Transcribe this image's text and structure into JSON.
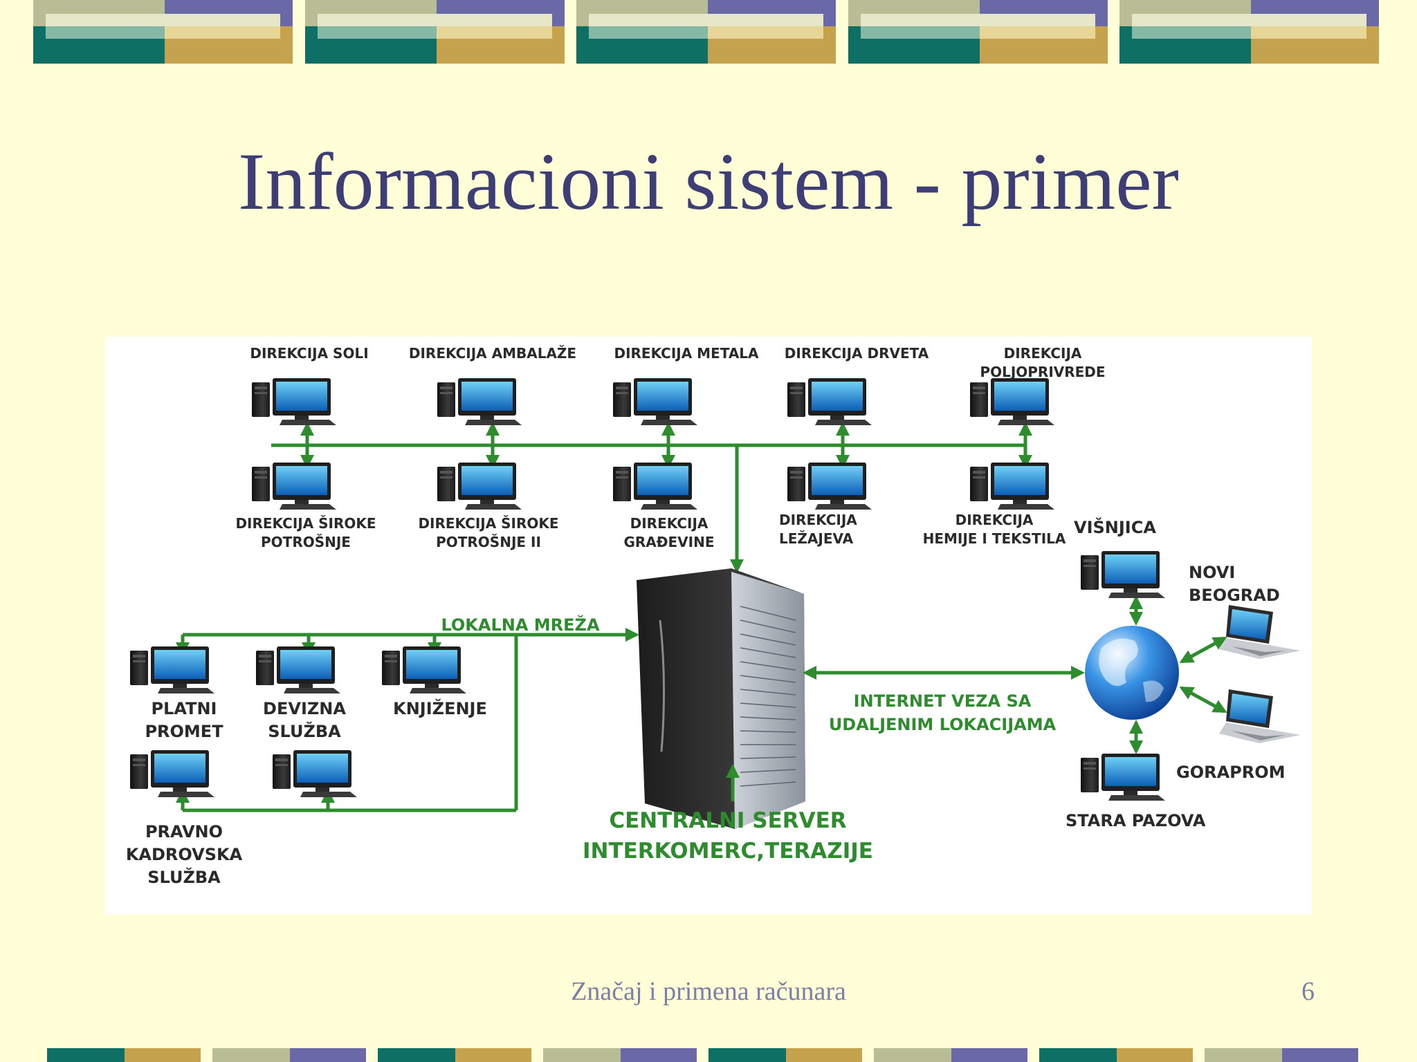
{
  "slide": {
    "title": "Informacioni sistem - primer",
    "footer": "Značaj i primena računara",
    "page_number": "6"
  },
  "colors": {
    "background": "#fffed6",
    "title": "#3d3e75",
    "footer": "#7b7ea6",
    "network_line": "#2e8b2e",
    "deco_teal": "#0e6f64",
    "deco_gold": "#c4a24e",
    "deco_purple": "#6b68a8",
    "deco_sage": "#b9bd95"
  },
  "diagram": {
    "top_offices": [
      "DIREKCIJA SOLI",
      "DIREKCIJA AMBALAŽE",
      "DIREKCIJA METALA",
      "DIREKCIJA DRVETA",
      "DIREKCIJA POLJOPRIVREDE"
    ],
    "bottom_offices": [
      "DIREKCIJA ŠIROKE\nPOTROŠNJE",
      "DIREKCIJA ŠIROKE\nPOTROŠNJE II",
      "DIREKCIJA\nGRAĐEVINE",
      "DIREKCIJA\nLEŽAJEVA",
      "DIREKCIJA\nHEMIJE I TEKSTILA"
    ],
    "local_network": {
      "label": "LOKALNA MREŽA",
      "departments": [
        "PLATNI\nPROMET",
        "DEVIZNA\nSLUŽBA",
        "KNJIŽENJE",
        "PRAVNO\nKADROVSKA\nSLUŽBA"
      ]
    },
    "server_label": "CENTRALNI SERVER\nINTERKOMERC,TERAZIJE",
    "internet_label": "INTERNET VEZA SA\nUDALJENIM LOKACIJAMA",
    "remote_locations": [
      "VIŠNJICA",
      "NOVI\nBEOGRAD",
      "GORAPROM",
      "STARA PAZOVA"
    ],
    "icons": [
      "desktop-computer-icon",
      "server-tower-icon",
      "globe-icon",
      "laptop-icon"
    ]
  }
}
